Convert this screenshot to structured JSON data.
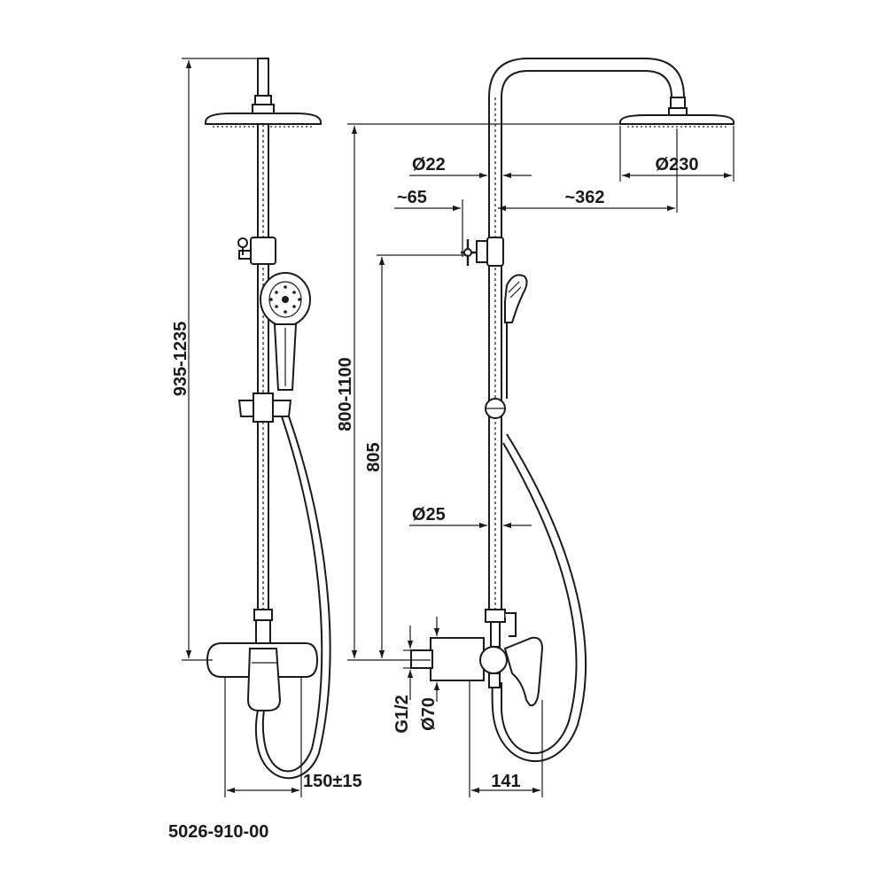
{
  "product_code": "5026-910-00",
  "front_view": {
    "height_label": "935-1235",
    "spacing_label": "150±15"
  },
  "side_view": {
    "height_label": "800-1100",
    "lower_height_label": "805",
    "pipe_top_label": "Ø22",
    "pipe_bottom_label": "Ø25",
    "head_label": "Ø230",
    "wall_offset_label": "~65",
    "arm_label": "~362",
    "thread_label": "G1/2",
    "escutcheon_label": "Ø70",
    "depth_label": "141"
  },
  "colors": {
    "line": "#1a1a1a",
    "background": "#ffffff"
  }
}
